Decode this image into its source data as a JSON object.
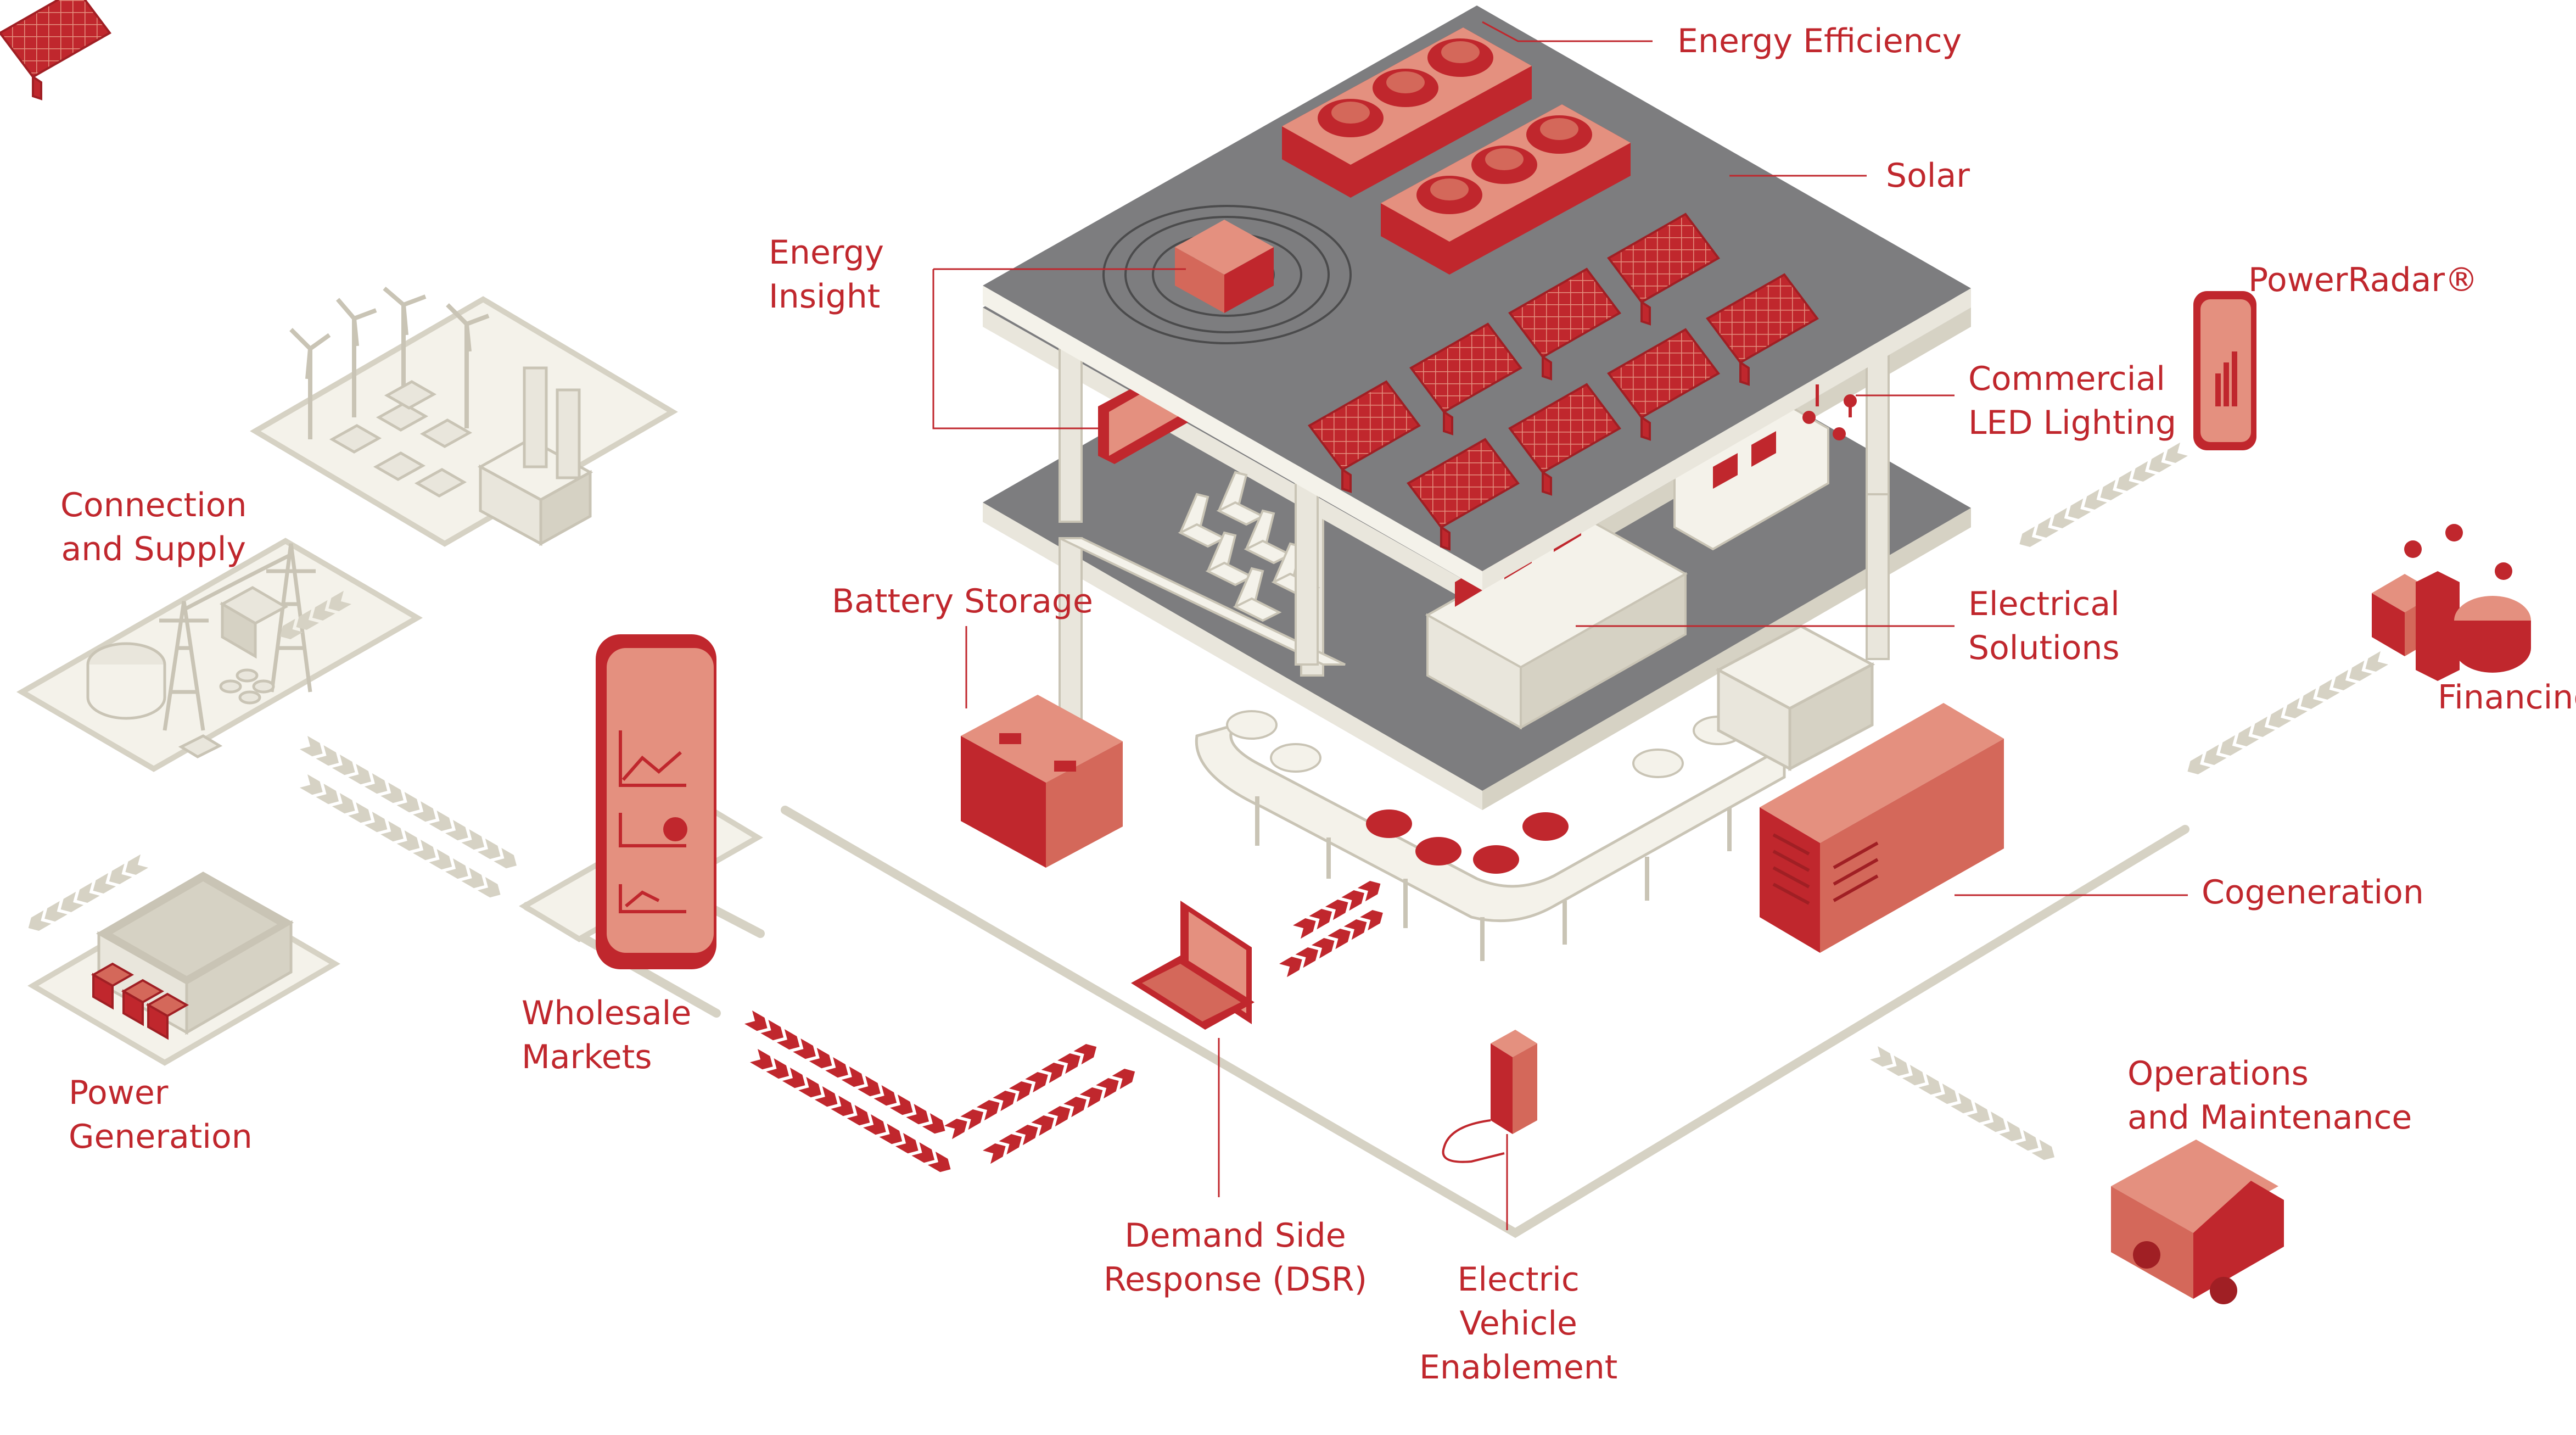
{
  "colors": {
    "accent": "#c0272d",
    "accent_light": "#e4907f",
    "accent_mid": "#d4685a",
    "floor": "#7d7d7f",
    "beige": "#e9e6dc",
    "beige_dark": "#c9c4b5",
    "beige_light": "#f4f2ea"
  },
  "labels": {
    "energy_efficiency": [
      "Energy Efficiency"
    ],
    "solar": [
      "Solar"
    ],
    "energy_insight": [
      "Energy",
      "Insight"
    ],
    "powerradar": [
      "PowerRadar®"
    ],
    "commercial_led": [
      "Commercial",
      "LED Lighting"
    ],
    "connection_supply": [
      "Connection",
      "and Supply"
    ],
    "battery_storage": [
      "Battery Storage"
    ],
    "electrical_solutions": [
      "Electrical",
      "Solutions"
    ],
    "financing": [
      "Financing"
    ],
    "cogeneration": [
      "Cogeneration"
    ],
    "wholesale_markets": [
      "Wholesale",
      "Markets"
    ],
    "power_generation": [
      "Power",
      "Generation"
    ],
    "operations_maintenance": [
      "Operations",
      "and Maintenance"
    ],
    "demand_side_response": [
      "Demand Side",
      "Response (DSR)"
    ],
    "electric_vehicle": [
      "Electric",
      "Vehicle",
      "Enablement"
    ]
  },
  "icons": [
    "wind-turbine-icon",
    "solar-panel-icon",
    "factory-icon",
    "pylon-icon",
    "smartphone-icon",
    "battery-icon",
    "laptop-icon",
    "ev-charger-icon",
    "van-icon",
    "currency-icon",
    "chiller-icon",
    "led-light-icon",
    "desk-icon",
    "chair-icon",
    "cogeneration-unit-icon"
  ]
}
